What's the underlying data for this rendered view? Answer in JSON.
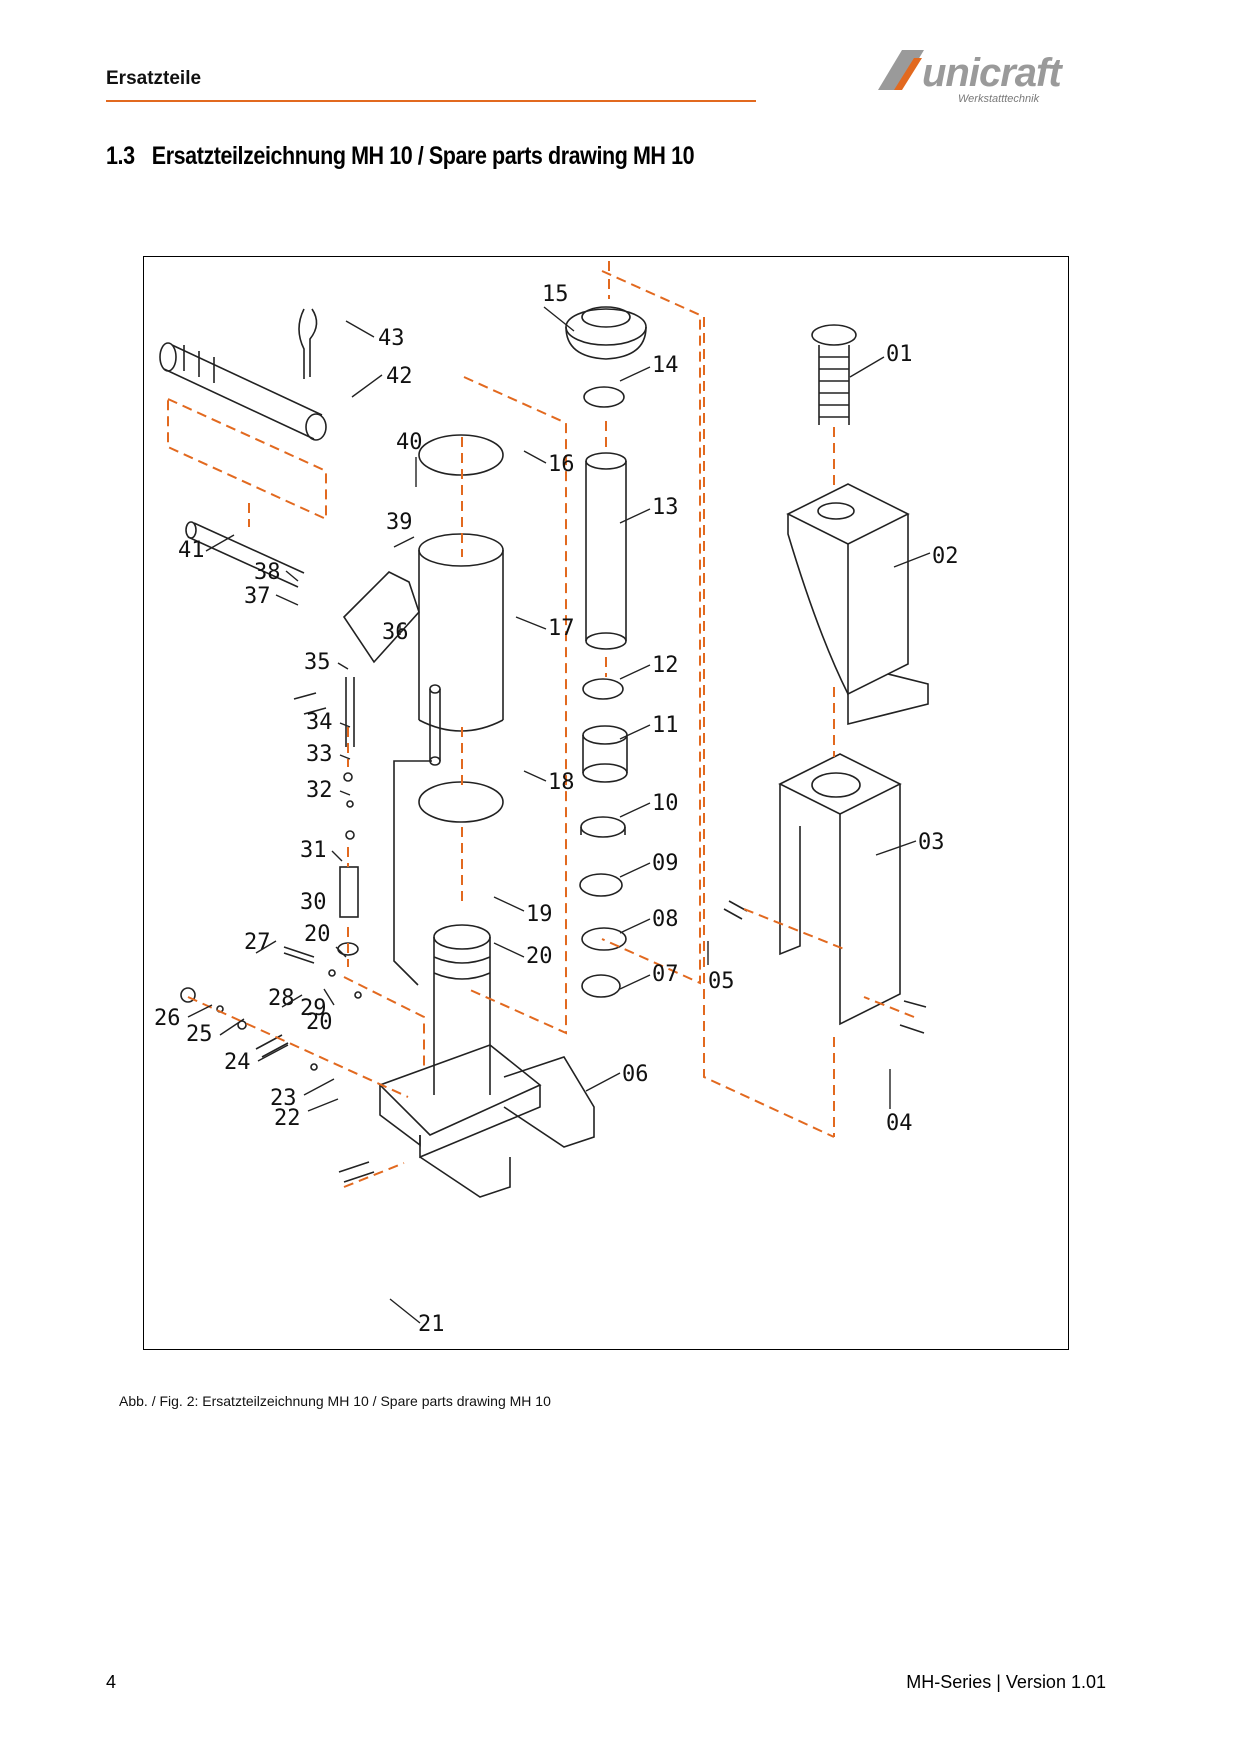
{
  "header": {
    "title": "Ersatzteile",
    "logo_text": "unicraft",
    "logo_subtext": "Werkstatttechnik",
    "accent_color": "#e2691f"
  },
  "section": {
    "number": "1.3",
    "title": "Ersatzteilzeichnung MH 10 / Spare parts drawing MH 10"
  },
  "figure": {
    "part_labels": [
      "01",
      "02",
      "03",
      "04",
      "05",
      "06",
      "07",
      "08",
      "09",
      "10",
      "11",
      "12",
      "13",
      "14",
      "15",
      "16",
      "17",
      "18",
      "19",
      "20",
      "21",
      "22",
      "23",
      "24",
      "25",
      "26",
      "27",
      "28",
      "29",
      "30",
      "31",
      "32",
      "33",
      "34",
      "35",
      "36",
      "37",
      "38",
      "39",
      "40",
      "41",
      "42",
      "43"
    ],
    "caption": "Abb. / Fig. 2: Ersatzteilzeichnung MH 10 / Spare parts drawing MH 10"
  },
  "footer": {
    "page_number": "4",
    "version": "MH-Series | Version 1.01"
  }
}
